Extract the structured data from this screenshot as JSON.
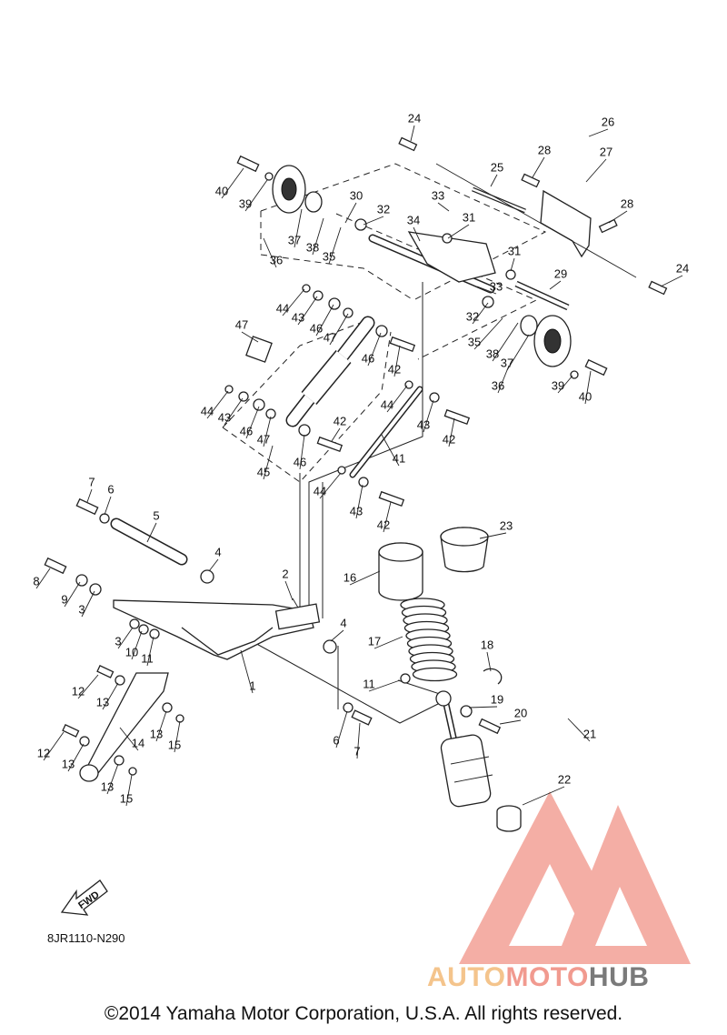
{
  "diagram": {
    "code": "8JR1110-N290",
    "copyright": "©2014 Yamaha Motor Corporation, U.S.A. All rights reserved.",
    "fwd_label": "FWD",
    "watermark": {
      "auto": "AUTO",
      "moto": "MOTO",
      "hub": "HUB",
      "colors": {
        "triangle": "#f3a196",
        "auto": "#f4c48c",
        "moto": "#f19a8f",
        "hub": "#7a7a7a"
      }
    },
    "callouts": [
      {
        "id": "c24a",
        "text": "24"
      },
      {
        "id": "c26",
        "text": "26"
      },
      {
        "id": "c27",
        "text": "27"
      },
      {
        "id": "c28a",
        "text": "28"
      },
      {
        "id": "c25",
        "text": "25"
      },
      {
        "id": "c28b",
        "text": "28"
      },
      {
        "id": "c40a",
        "text": "40"
      },
      {
        "id": "c39a",
        "text": "39"
      },
      {
        "id": "c30",
        "text": "30"
      },
      {
        "id": "c33a",
        "text": "33"
      },
      {
        "id": "c32a",
        "text": "32"
      },
      {
        "id": "c34",
        "text": "34"
      },
      {
        "id": "c31a",
        "text": "31"
      },
      {
        "id": "c37a",
        "text": "37"
      },
      {
        "id": "c38a",
        "text": "38"
      },
      {
        "id": "c35a",
        "text": "35"
      },
      {
        "id": "c36a",
        "text": "36"
      },
      {
        "id": "c31b",
        "text": "31"
      },
      {
        "id": "c33b",
        "text": "33"
      },
      {
        "id": "c29",
        "text": "29"
      },
      {
        "id": "c24b",
        "text": "24"
      },
      {
        "id": "c44a",
        "text": "44"
      },
      {
        "id": "c43a",
        "text": "43"
      },
      {
        "id": "c46a",
        "text": "46"
      },
      {
        "id": "c47a",
        "text": "47"
      },
      {
        "id": "c47b",
        "text": "47"
      },
      {
        "id": "c32b",
        "text": "32"
      },
      {
        "id": "c35b",
        "text": "35"
      },
      {
        "id": "c38b",
        "text": "38"
      },
      {
        "id": "c37b",
        "text": "37"
      },
      {
        "id": "c46b",
        "text": "46"
      },
      {
        "id": "c42a",
        "text": "42"
      },
      {
        "id": "c36b",
        "text": "36"
      },
      {
        "id": "c39b",
        "text": "39"
      },
      {
        "id": "c40b",
        "text": "40"
      },
      {
        "id": "c44b",
        "text": "44"
      },
      {
        "id": "c43b",
        "text": "43"
      },
      {
        "id": "c46c",
        "text": "46"
      },
      {
        "id": "c47c",
        "text": "47"
      },
      {
        "id": "c42b",
        "text": "42"
      },
      {
        "id": "c44c",
        "text": "44"
      },
      {
        "id": "c43c",
        "text": "43"
      },
      {
        "id": "c42c",
        "text": "42"
      },
      {
        "id": "c45",
        "text": "45"
      },
      {
        "id": "c46d",
        "text": "46"
      },
      {
        "id": "c41",
        "text": "41"
      },
      {
        "id": "c44d",
        "text": "44"
      },
      {
        "id": "c43d",
        "text": "43"
      },
      {
        "id": "c42d",
        "text": "42"
      },
      {
        "id": "c7a",
        "text": "7"
      },
      {
        "id": "c6a",
        "text": "6"
      },
      {
        "id": "c5",
        "text": "5"
      },
      {
        "id": "c4a",
        "text": "4"
      },
      {
        "id": "c23",
        "text": "23"
      },
      {
        "id": "c8",
        "text": "8"
      },
      {
        "id": "c9",
        "text": "9"
      },
      {
        "id": "c3a",
        "text": "3"
      },
      {
        "id": "c2",
        "text": "2"
      },
      {
        "id": "c16",
        "text": "16"
      },
      {
        "id": "c4b",
        "text": "4"
      },
      {
        "id": "c3b",
        "text": "3"
      },
      {
        "id": "c10",
        "text": "10"
      },
      {
        "id": "c11a",
        "text": "11"
      },
      {
        "id": "c1",
        "text": "1"
      },
      {
        "id": "c17",
        "text": "17"
      },
      {
        "id": "c18",
        "text": "18"
      },
      {
        "id": "c12a",
        "text": "12"
      },
      {
        "id": "c13a",
        "text": "13"
      },
      {
        "id": "c11b",
        "text": "11"
      },
      {
        "id": "c19",
        "text": "19"
      },
      {
        "id": "c20",
        "text": "20"
      },
      {
        "id": "c13b",
        "text": "13"
      },
      {
        "id": "c15a",
        "text": "15"
      },
      {
        "id": "c14",
        "text": "14"
      },
      {
        "id": "c6b",
        "text": "6"
      },
      {
        "id": "c7b",
        "text": "7"
      },
      {
        "id": "c21",
        "text": "21"
      },
      {
        "id": "c12b",
        "text": "12"
      },
      {
        "id": "c13c",
        "text": "13"
      },
      {
        "id": "c13d",
        "text": "13"
      },
      {
        "id": "c15b",
        "text": "15"
      },
      {
        "id": "c22",
        "text": "22"
      }
    ]
  }
}
